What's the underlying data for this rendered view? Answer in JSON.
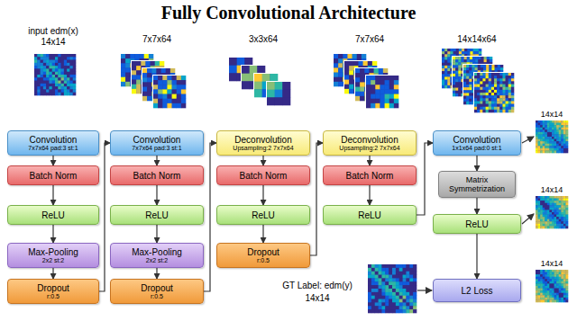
{
  "diagram": {
    "title": "Fully Convolutional Architecture",
    "nodes": [
      {
        "text": [
          "Convolution",
          "7x7x64 pad:3 st:1"
        ]
      },
      {
        "text": [
          "Batch Norm"
        ]
      },
      {
        "text": [
          "ReLU"
        ]
      },
      {
        "text": [
          "Max-Pooling",
          "2x2 st:2"
        ]
      },
      {
        "text": [
          "Dropout",
          "r:0.5"
        ]
      },
      {
        "text": [
          "Convolution",
          "7x7x64 pad:3 st:1"
        ]
      },
      {
        "text": [
          "Batch Norm"
        ]
      },
      {
        "text": [
          "ReLU"
        ]
      },
      {
        "text": [
          "Max-Pooling",
          "2x2 st:2"
        ]
      },
      {
        "text": [
          "Dropout",
          "r:0.5"
        ]
      },
      {
        "text": [
          "Deconvolution",
          "Upsampling:2 7x7x64"
        ]
      },
      {
        "text": [
          "Batch Norm"
        ]
      },
      {
        "text": [
          "ReLU"
        ]
      },
      {
        "text": [
          "Dropout",
          "r:0.5"
        ]
      },
      {
        "text": [
          "Deconvolution",
          "Upsampling:2 7x7x64"
        ]
      },
      {
        "text": [
          "Batch Norm"
        ]
      },
      {
        "text": [
          "ReLU"
        ]
      },
      {
        "text": [
          "Convolution",
          "1x1x64 pad:0 st:1"
        ]
      },
      {
        "text": [
          "Matrix Symmetrization"
        ]
      },
      {
        "text": [
          "ReLU"
        ]
      },
      {
        "text": [
          "L2 Loss"
        ]
      }
    ],
    "edges": [
      {
        "from": 0,
        "to": 1,
        "arrow": "to"
      },
      {
        "from": 1,
        "to": 2,
        "arrow": "to"
      },
      {
        "from": 2,
        "to": 3,
        "arrow": "to"
      },
      {
        "from": 3,
        "to": 4,
        "arrow": "to"
      },
      {
        "from": 4,
        "to": 5,
        "arrow": "to"
      },
      {
        "from": 5,
        "to": 6,
        "arrow": "to"
      },
      {
        "from": 6,
        "to": 7,
        "arrow": "to"
      },
      {
        "from": 7,
        "to": 8,
        "arrow": "to"
      },
      {
        "from": 8,
        "to": 9,
        "arrow": "to"
      },
      {
        "from": 9,
        "to": 10,
        "arrow": "to"
      },
      {
        "from": 10,
        "to": 11,
        "arrow": "to"
      },
      {
        "from": 11,
        "to": 12,
        "arrow": "to"
      },
      {
        "from": 12,
        "to": 13,
        "arrow": "to"
      },
      {
        "from": 13,
        "to": 14,
        "arrow": "to"
      },
      {
        "from": 14,
        "to": 15,
        "arrow": "to"
      },
      {
        "from": 15,
        "to": 16,
        "arrow": "to"
      },
      {
        "from": 16,
        "to": 17,
        "arrow": "to"
      },
      {
        "from": 17,
        "to": 18,
        "arrow": "to"
      },
      {
        "from": 18,
        "to": 19,
        "arrow": "to"
      },
      {
        "from": 19,
        "to": 20,
        "arrow": "to"
      }
    ],
    "labels": [
      "input edm(x)",
      "14x14",
      "7x7x64",
      "3x3x64",
      "7x7x64",
      "14x14x64",
      "14x14",
      "14x14",
      "14x14",
      "GT Label: edm(y)",
      "14x14"
    ]
  }
}
